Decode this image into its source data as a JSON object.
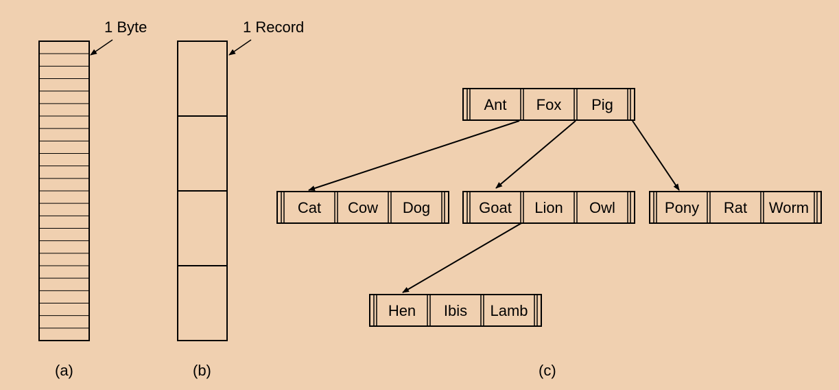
{
  "colors": {
    "background": "#F0D0B0",
    "ink": "#000000"
  },
  "panel_a": {
    "pointer_label": "1 Byte",
    "caption": "(a)",
    "units": 24
  },
  "panel_b": {
    "pointer_label": "1 Record",
    "caption": "(b)",
    "units": 4
  },
  "panel_c": {
    "caption": "(c)",
    "root": [
      "Ant",
      "Fox",
      "Pig"
    ],
    "level1": [
      [
        "Cat",
        "Cow",
        "Dog"
      ],
      [
        "Goat",
        "Lion",
        "Owl"
      ],
      [
        "Pony",
        "Rat",
        "Worm"
      ]
    ],
    "level2": [
      "Hen",
      "Ibis",
      "Lamb"
    ]
  }
}
